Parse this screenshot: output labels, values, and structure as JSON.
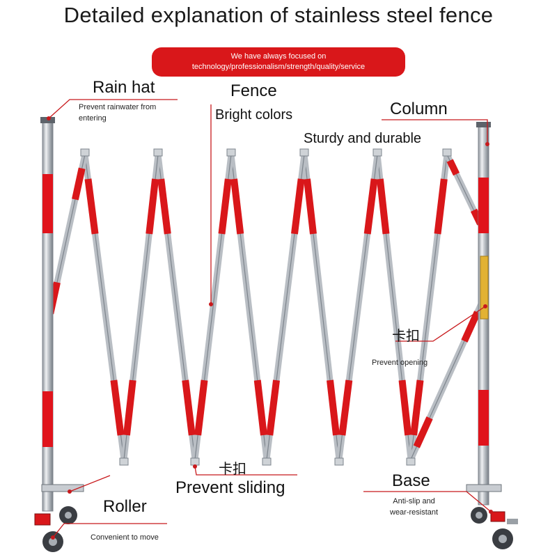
{
  "title": "Detailed explanation of stainless steel fence",
  "banner": {
    "line1": "We have always focused on",
    "line2": "technology/professionalism/strength/quality/service"
  },
  "callouts": {
    "rain_hat": {
      "title": "Rain hat",
      "desc_line1": "Prevent rainwater from",
      "desc_line2": "entering"
    },
    "fence": {
      "title": "Fence",
      "desc": "Bright colors"
    },
    "column": {
      "title": "Column",
      "desc": "Sturdy and durable"
    },
    "clip_upper": {
      "title": "卡扣",
      "desc": "Prevent opening"
    },
    "clip_lower": {
      "title": "卡扣",
      "desc": "Prevent sliding"
    },
    "base": {
      "title": "Base",
      "desc_line1": "Anti-slip and",
      "desc_line2": "wear-resistant"
    },
    "roller": {
      "title": "Roller",
      "desc": "Convenient to move"
    }
  },
  "colors": {
    "accent_red": "#d9171a",
    "steel": "#b9bec4",
    "steel_dark": "#7d848c",
    "latch_yellow": "#e2b233"
  }
}
